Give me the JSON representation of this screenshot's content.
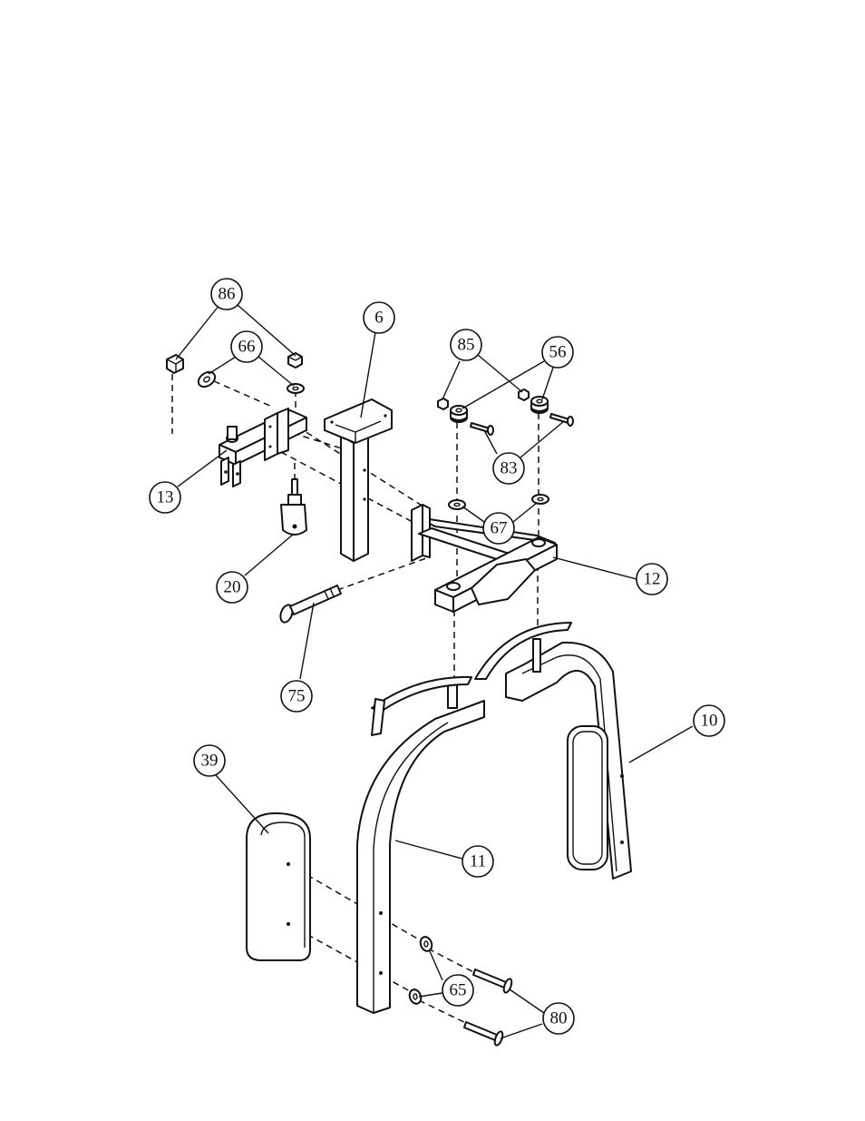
{
  "callouts": [
    {
      "id": "c86",
      "label": "86"
    },
    {
      "id": "c66",
      "label": "66"
    },
    {
      "id": "c6",
      "label": "6"
    },
    {
      "id": "c85",
      "label": "85"
    },
    {
      "id": "c56",
      "label": "56"
    },
    {
      "id": "c83",
      "label": "83"
    },
    {
      "id": "c13",
      "label": "13"
    },
    {
      "id": "c67",
      "label": "67"
    },
    {
      "id": "c20",
      "label": "20"
    },
    {
      "id": "c12",
      "label": "12"
    },
    {
      "id": "c75",
      "label": "75"
    },
    {
      "id": "c10",
      "label": "10"
    },
    {
      "id": "c39",
      "label": "39"
    },
    {
      "id": "c11",
      "label": "11"
    },
    {
      "id": "c65",
      "label": "65"
    },
    {
      "id": "c80",
      "label": "80"
    }
  ]
}
